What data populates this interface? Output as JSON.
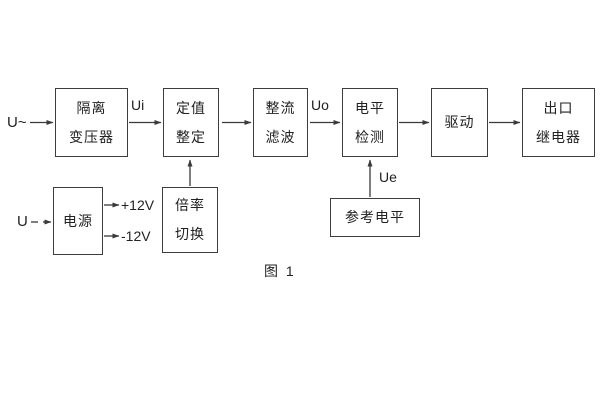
{
  "diagram": {
    "caption": "图 1",
    "boxes": {
      "isolation_transformer": {
        "line1": "隔离",
        "line2": "变压器"
      },
      "setting_adjust": {
        "line1": "定值",
        "line2": "整定"
      },
      "rectifier_filter": {
        "line1": "整流",
        "line2": "滤波"
      },
      "level_detect": {
        "line1": "电平",
        "line2": "检测"
      },
      "drive": {
        "line1": "驱动"
      },
      "output_relay": {
        "line1": "出口",
        "line2": "继电器"
      },
      "power_supply": {
        "line1": "电源"
      },
      "ratio_switch": {
        "line1": "倍率",
        "line2": "切换"
      },
      "reference_level": {
        "line1": "参考电平"
      }
    },
    "signal_labels": {
      "ac_input": "U~",
      "dc_input": "U",
      "ui": "Ui",
      "uo": "Uo",
      "ue": "Ue",
      "plus_12v": "+12V",
      "minus_12v": "-12V"
    },
    "colors": {
      "line": "#3a3a3a",
      "text": "#222222",
      "background": "#ffffff"
    }
  }
}
